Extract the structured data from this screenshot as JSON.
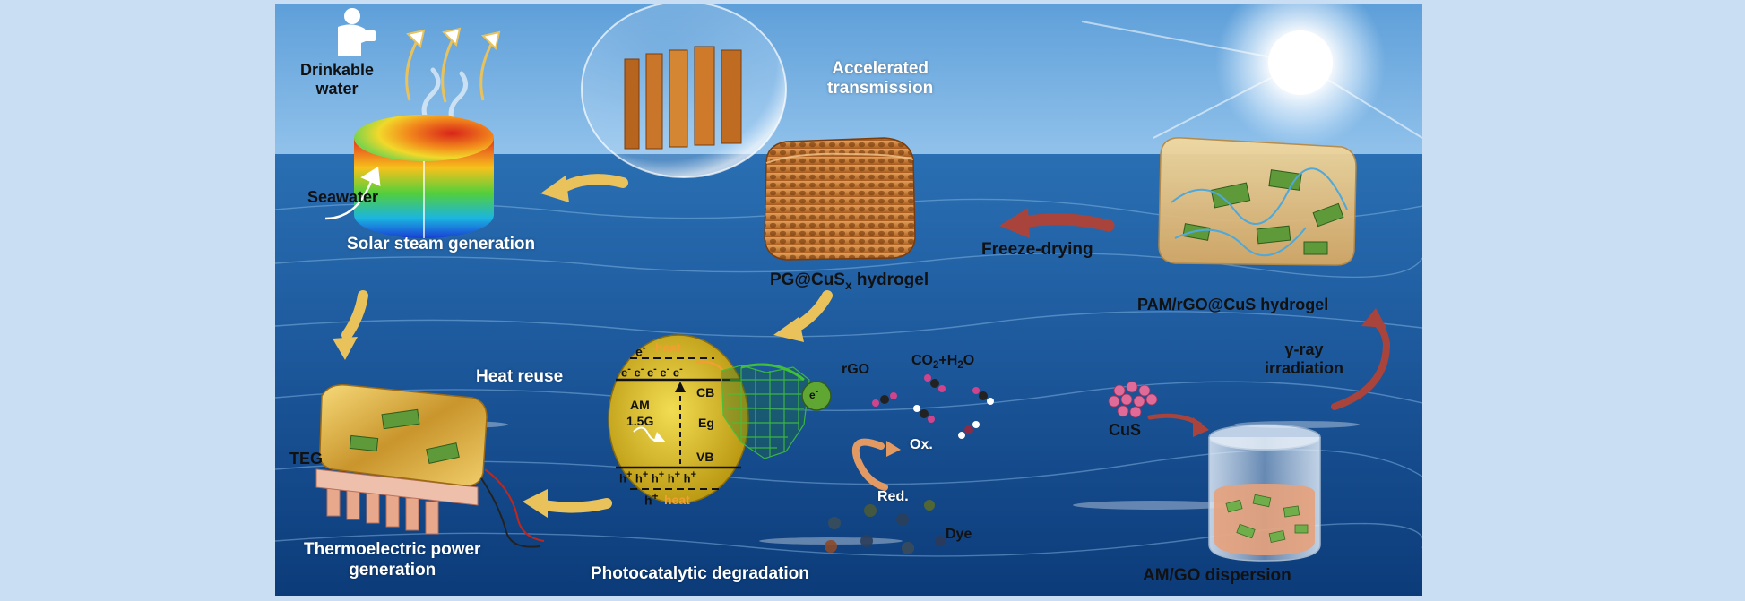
{
  "labels": {
    "drinkable_water": "Drinkable\nwater",
    "seawater": "Seawater",
    "solar_steam": "Solar steam generation",
    "accelerated": "Accelerated\ntransmission",
    "hydrogel_prefix": "PG@CuS",
    "hydrogel_sub": "x",
    "hydrogel_suffix": " hydrogel",
    "freeze_drying": "Freeze-drying",
    "pam_hydrogel": "PAM/rGO@CuS hydrogel",
    "gamma_ray": "γ-ray\nirradiation",
    "cus": "CuS",
    "am_go": "AM/GO dispersion",
    "heat_reuse": "Heat reuse",
    "teg": "TEG",
    "thermoelectric": "Thermoelectric power\ngeneration",
    "photocatalytic": "Photocatalytic degradation",
    "rgo": "rGO",
    "co2_prefix": "CO",
    "co2_sub": "2",
    "co2_suffix": "+H",
    "h2o_sub": "2",
    "h2o_suffix": "O",
    "ox": "Ox.",
    "red": "Red.",
    "dye": "Dye"
  },
  "band_diagram": {
    "heat_top": "heat",
    "heat_bottom": "heat",
    "electron": "e",
    "electron_sup": "-",
    "hole": "h",
    "hole_sup": "+",
    "cb": "CB",
    "vb": "VB",
    "eg": "Eg",
    "am": "AM",
    "am_value": "1.5G"
  },
  "colors": {
    "sea_top": "#1d5fa4",
    "sea_bottom": "#0c3b79",
    "sky": "#7fb6e6",
    "arrow_gold": "#e9c25c",
    "arrow_red": "#a8443c",
    "sponge": "#c9792c",
    "band_yellow": "#d9b826",
    "heat_orange": "#f0a030"
  }
}
